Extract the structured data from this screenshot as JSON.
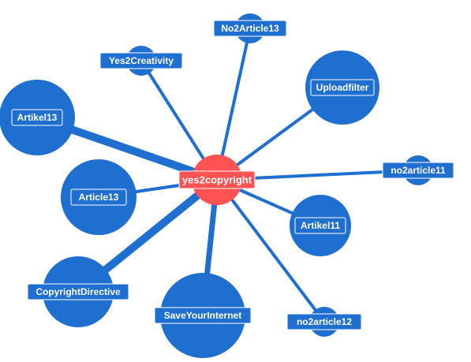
{
  "colors": {
    "node": "#1f6fd0",
    "center": "#ff5252",
    "label_text": "#ffffff",
    "background": "#ffffff"
  },
  "graph": {
    "center": {
      "id": "yes2copyright",
      "label": "yes2copyright"
    },
    "nodes": [
      {
        "id": "No2Article13",
        "label": "No2Article13",
        "size": "small",
        "link_weight": 1
      },
      {
        "id": "Yes2Creativity",
        "label": "Yes2Creativity",
        "size": "small",
        "link_weight": 1
      },
      {
        "id": "Artikel13",
        "label": "Artikel13",
        "size": "large",
        "link_weight": 3
      },
      {
        "id": "Uploadfilter",
        "label": "Uploadfilter",
        "size": "large",
        "link_weight": 1
      },
      {
        "id": "no2article11",
        "label": "no2article11",
        "size": "small",
        "link_weight": 1
      },
      {
        "id": "Article13",
        "label": "Article13",
        "size": "large",
        "link_weight": 1
      },
      {
        "id": "Artikel11",
        "label": "Artikel11",
        "size": "medium",
        "link_weight": 1
      },
      {
        "id": "CopyrightDirective",
        "label": "CopyrightDirective",
        "size": "large",
        "link_weight": 3
      },
      {
        "id": "SaveYourInternet",
        "label": "SaveYourInternet",
        "size": "large",
        "link_weight": 2
      },
      {
        "id": "no2article12",
        "label": "no2article12",
        "size": "small",
        "link_weight": 1
      }
    ]
  }
}
